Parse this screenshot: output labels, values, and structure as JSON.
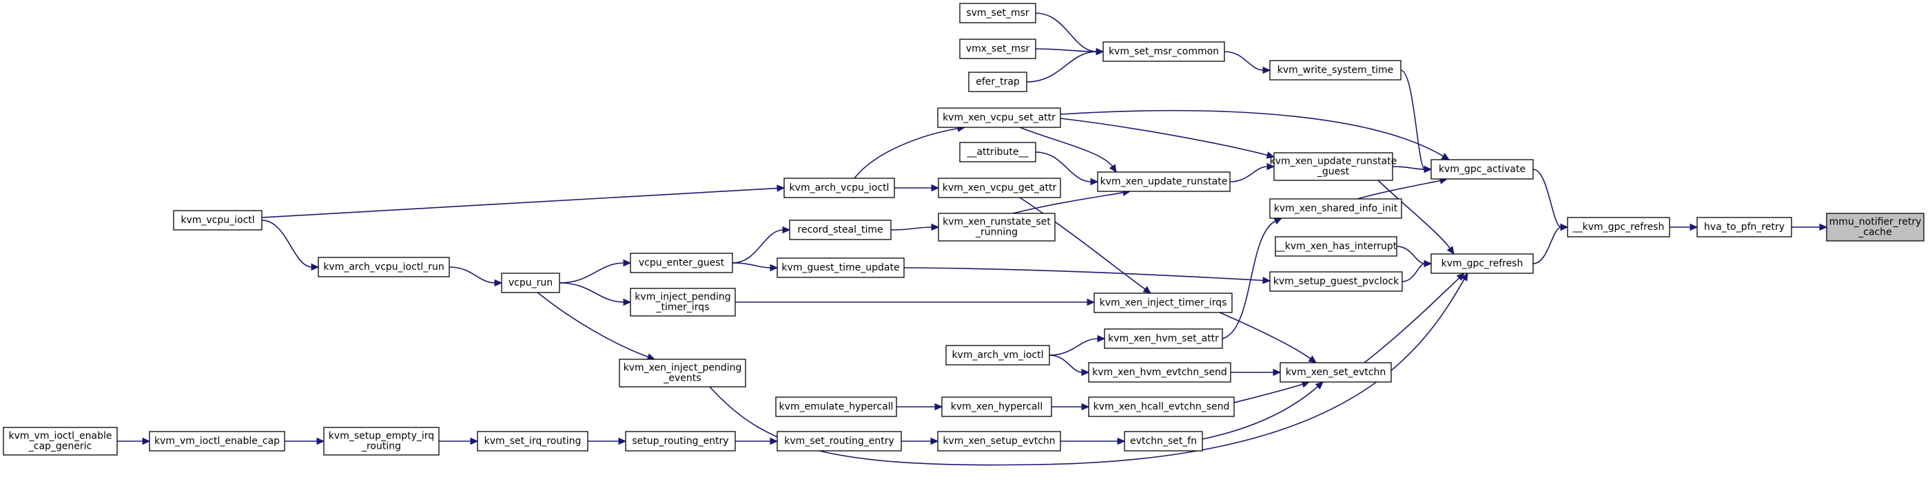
{
  "nodes": [
    {
      "id": "mmu_notifier_retry_cache",
      "lines": [
        "mmu_notifier_retry",
        "_cache"
      ],
      "root": true
    },
    {
      "id": "hva_to_pfn_retry",
      "lines": [
        "hva_to_pfn_retry"
      ]
    },
    {
      "id": "__kvm_gpc_refresh",
      "lines": [
        "__kvm_gpc_refresh"
      ]
    },
    {
      "id": "kvm_gpc_activate",
      "lines": [
        "kvm_gpc_activate"
      ]
    },
    {
      "id": "kvm_gpc_refresh",
      "lines": [
        "kvm_gpc_refresh"
      ]
    },
    {
      "id": "kvm_write_system_time",
      "lines": [
        "kvm_write_system_time"
      ]
    },
    {
      "id": "kvm_xen_update_runstate_guest",
      "lines": [
        "kvm_xen_update_runstate",
        "_guest"
      ]
    },
    {
      "id": "kvm_xen_shared_info_init",
      "lines": [
        "kvm_xen_shared_info_init"
      ]
    },
    {
      "id": "__kvm_xen_has_interrupt",
      "lines": [
        "__kvm_xen_has_interrupt"
      ]
    },
    {
      "id": "kvm_setup_guest_pvclock",
      "lines": [
        "kvm_setup_guest_pvclock"
      ]
    },
    {
      "id": "kvm_xen_set_evtchn",
      "lines": [
        "kvm_xen_set_evtchn"
      ]
    },
    {
      "id": "kvm_set_msr_common",
      "lines": [
        "kvm_set_msr_common"
      ]
    },
    {
      "id": "svm_set_msr",
      "lines": [
        "svm_set_msr"
      ]
    },
    {
      "id": "vmx_set_msr",
      "lines": [
        "vmx_set_msr"
      ]
    },
    {
      "id": "efer_trap",
      "lines": [
        "efer_trap"
      ]
    },
    {
      "id": "kvm_xen_vcpu_set_attr",
      "lines": [
        "kvm_xen_vcpu_set_attr"
      ]
    },
    {
      "id": "__attribute__",
      "lines": [
        "__attribute__"
      ]
    },
    {
      "id": "kvm_xen_update_runstate",
      "lines": [
        "kvm_xen_update_runstate"
      ]
    },
    {
      "id": "kvm_xen_vcpu_get_attr",
      "lines": [
        "kvm_xen_vcpu_get_attr"
      ]
    },
    {
      "id": "kvm_xen_runstate_set_running",
      "lines": [
        "kvm_xen_runstate_set",
        "_running"
      ]
    },
    {
      "id": "kvm_arch_vcpu_ioctl",
      "lines": [
        "kvm_arch_vcpu_ioctl"
      ]
    },
    {
      "id": "kvm_vcpu_ioctl",
      "lines": [
        "kvm_vcpu_ioctl"
      ]
    },
    {
      "id": "kvm_arch_vcpu_ioctl_run",
      "lines": [
        "kvm_arch_vcpu_ioctl_run"
      ]
    },
    {
      "id": "vcpu_run",
      "lines": [
        "vcpu_run"
      ]
    },
    {
      "id": "vcpu_enter_guest",
      "lines": [
        "vcpu_enter_guest"
      ]
    },
    {
      "id": "record_steal_time",
      "lines": [
        "record_steal_time"
      ]
    },
    {
      "id": "kvm_guest_time_update",
      "lines": [
        "kvm_guest_time_update"
      ]
    },
    {
      "id": "kvm_inject_pending_timer_irqs",
      "lines": [
        "kvm_inject_pending",
        "_timer_irqs"
      ]
    },
    {
      "id": "kvm_xen_inject_timer_irqs",
      "lines": [
        "kvm_xen_inject_timer_irqs"
      ]
    },
    {
      "id": "kvm_xen_hvm_set_attr",
      "lines": [
        "kvm_xen_hvm_set_attr"
      ]
    },
    {
      "id": "kvm_arch_vm_ioctl",
      "lines": [
        "kvm_arch_vm_ioctl"
      ]
    },
    {
      "id": "kvm_xen_hvm_evtchn_send",
      "lines": [
        "kvm_xen_hvm_evtchn_send"
      ]
    },
    {
      "id": "kvm_xen_inject_pending_events",
      "lines": [
        "kvm_xen_inject_pending",
        "_events"
      ]
    },
    {
      "id": "kvm_emulate_hypercall",
      "lines": [
        "kvm_emulate_hypercall"
      ]
    },
    {
      "id": "kvm_xen_hypercall",
      "lines": [
        "kvm_xen_hypercall"
      ]
    },
    {
      "id": "kvm_xen_hcall_evtchn_send",
      "lines": [
        "kvm_xen_hcall_evtchn_send"
      ]
    },
    {
      "id": "kvm_vm_ioctl_enable_cap_generic",
      "lines": [
        "kvm_vm_ioctl_enable",
        "_cap_generic"
      ]
    },
    {
      "id": "kvm_vm_ioctl_enable_cap",
      "lines": [
        "kvm_vm_ioctl_enable_cap"
      ]
    },
    {
      "id": "kvm_setup_empty_irq_routing",
      "lines": [
        "kvm_setup_empty_irq",
        "_routing"
      ]
    },
    {
      "id": "kvm_set_irq_routing",
      "lines": [
        "kvm_set_irq_routing"
      ]
    },
    {
      "id": "setup_routing_entry",
      "lines": [
        "setup_routing_entry"
      ]
    },
    {
      "id": "kvm_set_routing_entry",
      "lines": [
        "kvm_set_routing_entry"
      ]
    },
    {
      "id": "kvm_xen_setup_evtchn",
      "lines": [
        "kvm_xen_setup_evtchn"
      ]
    },
    {
      "id": "evtchn_set_fn",
      "lines": [
        "evtchn_set_fn"
      ]
    }
  ],
  "edges": [
    [
      "hva_to_pfn_retry",
      "mmu_notifier_retry_cache"
    ],
    [
      "__kvm_gpc_refresh",
      "hva_to_pfn_retry"
    ],
    [
      "kvm_gpc_activate",
      "__kvm_gpc_refresh"
    ],
    [
      "kvm_gpc_refresh",
      "__kvm_gpc_refresh"
    ],
    [
      "kvm_write_system_time",
      "kvm_gpc_activate"
    ],
    [
      "kvm_xen_vcpu_set_attr",
      "kvm_gpc_activate"
    ],
    [
      "kvm_xen_update_runstate_guest",
      "kvm_gpc_activate"
    ],
    [
      "kvm_xen_shared_info_init",
      "kvm_gpc_activate"
    ],
    [
      "kvm_xen_update_runstate_guest",
      "kvm_gpc_refresh"
    ],
    [
      "__kvm_xen_has_interrupt",
      "kvm_gpc_refresh"
    ],
    [
      "kvm_setup_guest_pvclock",
      "kvm_gpc_refresh"
    ],
    [
      "kvm_xen_set_evtchn",
      "kvm_gpc_refresh"
    ],
    [
      "kvm_xen_inject_pending_events",
      "kvm_gpc_refresh"
    ],
    [
      "kvm_set_msr_common",
      "kvm_write_system_time"
    ],
    [
      "svm_set_msr",
      "kvm_set_msr_common"
    ],
    [
      "vmx_set_msr",
      "kvm_set_msr_common"
    ],
    [
      "efer_trap",
      "kvm_set_msr_common"
    ],
    [
      "kvm_xen_vcpu_set_attr",
      "kvm_xen_update_runstate_guest"
    ],
    [
      "kvm_xen_update_runstate",
      "kvm_xen_update_runstate_guest"
    ],
    [
      "kvm_xen_vcpu_set_attr",
      "kvm_xen_update_runstate"
    ],
    [
      "__attribute__",
      "kvm_xen_update_runstate"
    ],
    [
      "kvm_xen_runstate_set_running",
      "kvm_xen_update_runstate"
    ],
    [
      "kvm_arch_vcpu_ioctl",
      "kvm_xen_vcpu_set_attr"
    ],
    [
      "kvm_arch_vcpu_ioctl",
      "kvm_xen_vcpu_get_attr"
    ],
    [
      "kvm_vcpu_ioctl",
      "kvm_arch_vcpu_ioctl"
    ],
    [
      "kvm_vcpu_ioctl",
      "kvm_arch_vcpu_ioctl_run"
    ],
    [
      "kvm_arch_vcpu_ioctl_run",
      "vcpu_run"
    ],
    [
      "vcpu_run",
      "vcpu_enter_guest"
    ],
    [
      "vcpu_run",
      "kvm_inject_pending_timer_irqs"
    ],
    [
      "vcpu_run",
      "kvm_xen_inject_pending_events"
    ],
    [
      "vcpu_enter_guest",
      "record_steal_time"
    ],
    [
      "vcpu_enter_guest",
      "kvm_guest_time_update"
    ],
    [
      "record_steal_time",
      "kvm_xen_runstate_set_running"
    ],
    [
      "kvm_guest_time_update",
      "kvm_setup_guest_pvclock"
    ],
    [
      "kvm_inject_pending_timer_irqs",
      "kvm_xen_inject_timer_irqs"
    ],
    [
      "kvm_xen_vcpu_get_attr",
      "kvm_xen_inject_timer_irqs"
    ],
    [
      "kvm_xen_inject_timer_irqs",
      "kvm_xen_set_evtchn"
    ],
    [
      "kvm_xen_hvm_set_attr",
      "kvm_xen_shared_info_init"
    ],
    [
      "kvm_arch_vm_ioctl",
      "kvm_xen_hvm_set_attr"
    ],
    [
      "kvm_arch_vm_ioctl",
      "kvm_xen_hvm_evtchn_send"
    ],
    [
      "kvm_xen_hvm_evtchn_send",
      "kvm_xen_set_evtchn"
    ],
    [
      "kvm_xen_hcall_evtchn_send",
      "kvm_xen_set_evtchn"
    ],
    [
      "evtchn_set_fn",
      "kvm_xen_set_evtchn"
    ],
    [
      "kvm_emulate_hypercall",
      "kvm_xen_hypercall"
    ],
    [
      "kvm_xen_hypercall",
      "kvm_xen_hcall_evtchn_send"
    ],
    [
      "kvm_vm_ioctl_enable_cap_generic",
      "kvm_vm_ioctl_enable_cap"
    ],
    [
      "kvm_vm_ioctl_enable_cap",
      "kvm_setup_empty_irq_routing"
    ],
    [
      "kvm_setup_empty_irq_routing",
      "kvm_set_irq_routing"
    ],
    [
      "kvm_set_irq_routing",
      "setup_routing_entry"
    ],
    [
      "setup_routing_entry",
      "kvm_set_routing_entry"
    ],
    [
      "kvm_set_routing_entry",
      "kvm_xen_setup_evtchn"
    ],
    [
      "kvm_xen_setup_evtchn",
      "evtchn_set_fn"
    ]
  ]
}
